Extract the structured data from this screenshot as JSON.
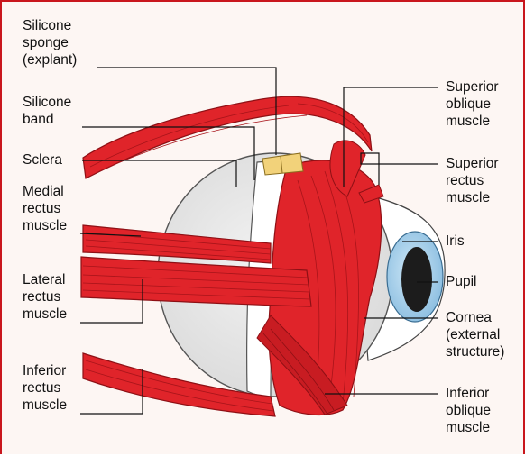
{
  "diagram": {
    "labels_left": {
      "silicone_sponge": "Silicone\nsponge\n(explant)",
      "silicone_band": "Silicone\nband",
      "sclera": "Sclera",
      "medial_rectus": "Medial\nrectus\nmuscle",
      "lateral_rectus": "Lateral\nrectus\nmuscle",
      "inferior_rectus": "Inferior\nrectus\nmuscle"
    },
    "labels_right": {
      "superior_oblique": "Superior\noblique\nmuscle",
      "superior_rectus": "Superior\nrectus\nmuscle",
      "iris": "Iris",
      "pupil": "Pupil",
      "cornea": "Cornea\n(external\nstructure)",
      "inferior_oblique": "Inferior\noblique\nmuscle"
    },
    "colors": {
      "frame": "#c9161d",
      "background": "#fdf6f3",
      "muscle": "#e0242a",
      "muscle_dark": "#a8141a",
      "sclera": "#e4e4e4",
      "band": "#ffffff",
      "sponge": "#f2d27a",
      "iris": "#a9d3ee",
      "pupil": "#1c1c1c"
    }
  }
}
